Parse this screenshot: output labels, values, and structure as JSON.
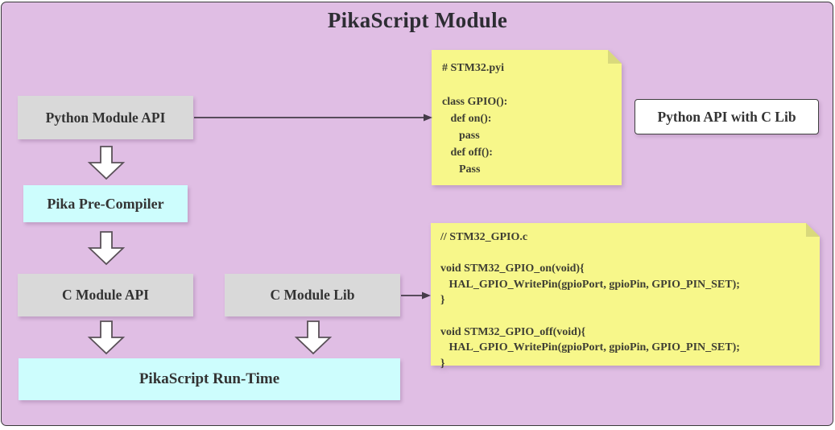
{
  "title": "PikaScript Module",
  "palette": {
    "background_pink": "#e0bee4",
    "box_gray": "#d9d9d9",
    "box_cyan": "#cdfdfd",
    "box_white": "#ffffff",
    "note_yellow": "#f7f78a",
    "note_fold_yellow": "#d9d97c",
    "arrow_outline": "#5a5158",
    "flow_arrow": "#453b49",
    "text_dark": "#333333",
    "border_dark": "#3a3a3a"
  },
  "boxes": {
    "python_module_api": {
      "label": "Python Module API"
    },
    "pika_pre_compiler": {
      "label": "Pika Pre-Compiler"
    },
    "c_module_api": {
      "label": "C Module API"
    },
    "c_module_lib": {
      "label": "C Module Lib"
    },
    "pikascript_runtime": {
      "label": "PikaScript Run-Time"
    },
    "python_api_with_c_lib": {
      "label": "Python API with C Lib"
    }
  },
  "notes": {
    "python_stub": {
      "lines": [
        "# STM32.pyi",
        "",
        "class GPIO():",
        "   def on():",
        "      pass",
        "   def off():",
        "      Pass"
      ]
    },
    "c_impl": {
      "lines": [
        "// STM32_GPIO.c",
        "",
        "void STM32_GPIO_on(void){",
        "   HAL_GPIO_WritePin(gpioPort, gpioPin, GPIO_PIN_SET);",
        "}",
        "",
        "void STM32_GPIO_off(void){",
        "   HAL_GPIO_WritePin(gpioPort, gpioPin, GPIO_PIN_SET);",
        "}"
      ]
    }
  }
}
